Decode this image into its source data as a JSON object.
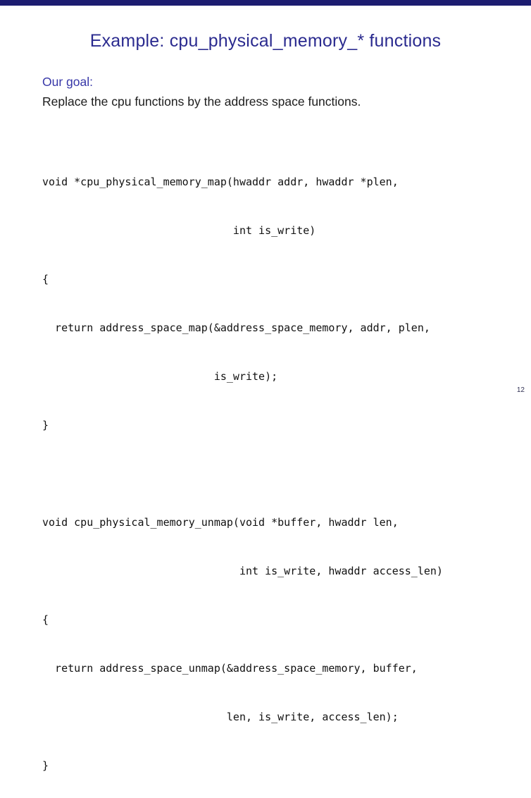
{
  "slide": {
    "title": "Example: cpu_physical_memory_* functions",
    "goal": {
      "label": "Our goal:",
      "text": "Replace the cpu functions by the address space functions."
    },
    "page_number": "12"
  },
  "code": {
    "block1": {
      "lines": [
        "void *cpu_physical_memory_map(hwaddr addr, hwaddr *plen,",
        "                              int is_write)",
        "{",
        "  return address_space_map(&address_space_memory, addr, plen,",
        "                           is_write);",
        "}"
      ]
    },
    "block2": {
      "lines": [
        "void cpu_physical_memory_unmap(void *buffer, hwaddr len,",
        "                               int is_write, hwaddr access_len)",
        "{",
        "  return address_space_unmap(&address_space_memory, buffer,",
        "                             len, is_write, access_len);",
        "}"
      ]
    }
  },
  "colors": {
    "header_bar": "#1c1c70",
    "title": "#2b2b8f",
    "accent": "#3737a8",
    "body_text": "#1c1c1c",
    "code_text": "#111111"
  }
}
